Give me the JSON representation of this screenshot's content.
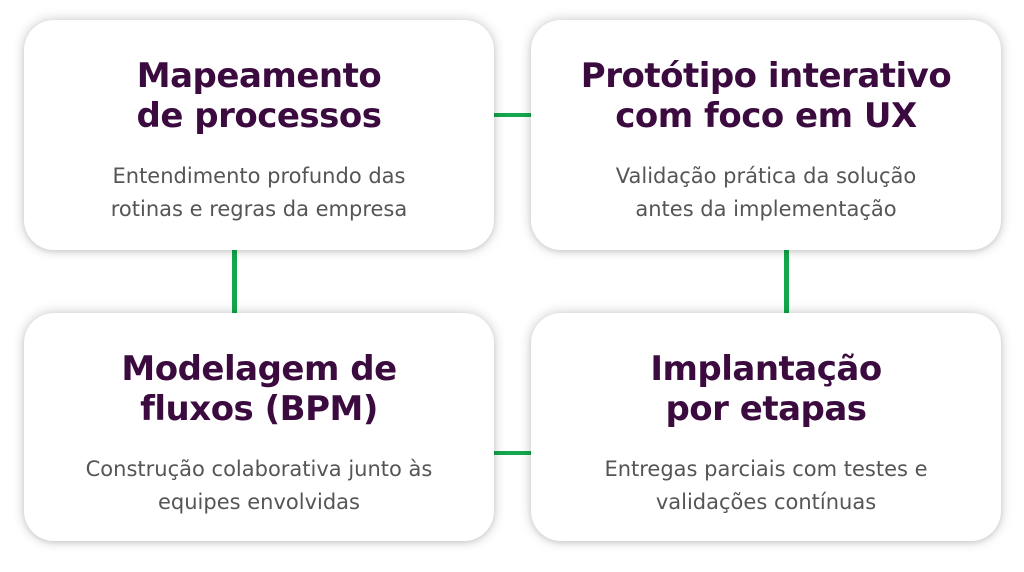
{
  "colors": {
    "title": "#3b0a3f",
    "description": "#555555",
    "connector": "#12a84b",
    "card_background": "#ffffff"
  },
  "cards": [
    {
      "title_lines": [
        "Mapeamento",
        "de processos"
      ],
      "description_lines": [
        "Entendimento profundo das",
        "rotinas e regras da empresa"
      ]
    },
    {
      "title_lines": [
        "Protótipo interativo",
        "com foco em UX"
      ],
      "description_lines": [
        "Validação prática da solução",
        "antes da implementação"
      ]
    },
    {
      "title_lines": [
        "Modelagem de",
        "fluxos (BPM)"
      ],
      "description_lines": [
        "Construção colaborativa junto às",
        "equipes envolvidas"
      ]
    },
    {
      "title_lines": [
        "Implantação",
        "por etapas"
      ],
      "description_lines": [
        "Entregas parciais com testes e",
        "validações contínuas"
      ]
    }
  ]
}
